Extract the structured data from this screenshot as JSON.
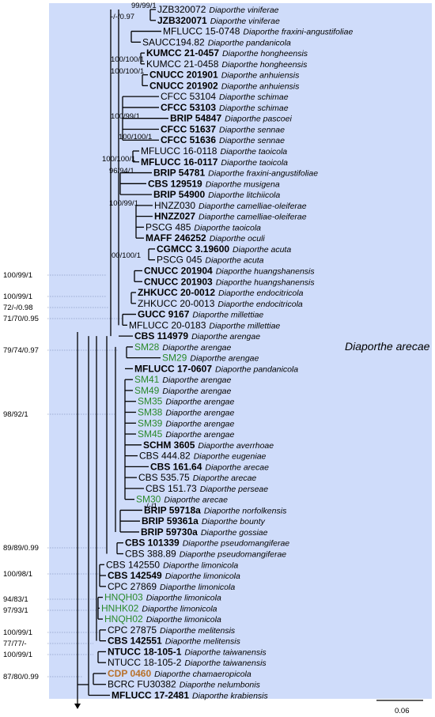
{
  "colors": {
    "clade_background": "#cfdcfa",
    "new_isolate": "#2b8a2b",
    "type_strain": "#000000",
    "highlight_isolate": "#b8712a"
  },
  "clade": {
    "label": "Diaporthe arecae"
  },
  "scale": {
    "label": "0.06"
  },
  "taxa": [
    {
      "code": "JZB320072",
      "species": "Diaporthe viniferae",
      "bold": false,
      "color": "black"
    },
    {
      "code": "JZB320071",
      "species": "Diaporthe viniferae",
      "bold": true,
      "color": "black"
    },
    {
      "code": "MFLUCC 15-0748",
      "species": "Diaporthe fraxini-angustifoliae",
      "bold": false,
      "color": "black"
    },
    {
      "code": "SAUCC194.82",
      "species": "Diaporthe pandanicola",
      "bold": false,
      "color": "black"
    },
    {
      "code": "KUMCC 21-0457",
      "species": "Diaporthe hongheensis",
      "bold": true,
      "color": "black"
    },
    {
      "code": "KUMCC 21-0458",
      "species": "Diaporthe hongheensis",
      "bold": false,
      "color": "black"
    },
    {
      "code": "CNUCC 201901",
      "species": "Diaporthe anhuiensis",
      "bold": true,
      "color": "black"
    },
    {
      "code": "CNUCC 201902",
      "species": "Diaporthe anhuiensis",
      "bold": true,
      "color": "black"
    },
    {
      "code": "CFCC 53104",
      "species": "Diaporthe schimae",
      "bold": false,
      "color": "black"
    },
    {
      "code": "CFCC 53103",
      "species": "Diaporthe schimae",
      "bold": true,
      "color": "black"
    },
    {
      "code": "BRIP 54847",
      "species": "Diaporthe pascoei",
      "bold": true,
      "color": "black"
    },
    {
      "code": "CFCC 51637",
      "species": "Diaporthe sennae",
      "bold": true,
      "color": "black"
    },
    {
      "code": "CFCC 51636",
      "species": "Diaporthe sennae",
      "bold": true,
      "color": "black"
    },
    {
      "code": "MFLUCC 16-0118",
      "species": "Diaporthe taoicola",
      "bold": false,
      "color": "black"
    },
    {
      "code": "MFLUCC 16-0117",
      "species": "Diaporthe taoicola",
      "bold": true,
      "color": "black"
    },
    {
      "code": "BRIP 54781",
      "species": "Diaporthe fraxini-angustifoliae",
      "bold": true,
      "color": "black"
    },
    {
      "code": "CBS 129519",
      "species": "Diaporthe musigena",
      "bold": true,
      "color": "black"
    },
    {
      "code": "BRIP 54900",
      "species": "Diaporthe litchiicola",
      "bold": true,
      "color": "black"
    },
    {
      "code": "HNZZ030",
      "species": "Diaporthe camelliae-oleiferae",
      "bold": false,
      "color": "black"
    },
    {
      "code": "HNZZ027",
      "species": "Diaporthe camelliae-oleiferae",
      "bold": true,
      "color": "black"
    },
    {
      "code": "PSCG 485",
      "species": "Diaporthe taoicola",
      "bold": false,
      "color": "black"
    },
    {
      "code": "MAFF 246252",
      "species": "Diaporthe oculi",
      "bold": true,
      "color": "black"
    },
    {
      "code": "CGMCC 3.19600",
      "species": "Diaporthe acuta",
      "bold": true,
      "color": "black"
    },
    {
      "code": "PSCG 045",
      "species": "Diaporthe acuta",
      "bold": false,
      "color": "black"
    },
    {
      "code": "CNUCC 201904",
      "species": "Diaporthe huangshanensis",
      "bold": true,
      "color": "black"
    },
    {
      "code": "CNUCC 201903",
      "species": "Diaporthe huangshanensis",
      "bold": true,
      "color": "black"
    },
    {
      "code": "ZHKUCC 20-0012",
      "species": "Diaporthe endocitricola",
      "bold": true,
      "color": "black"
    },
    {
      "code": "ZHKUCC 20-0013",
      "species": "Diaporthe endocitricola",
      "bold": false,
      "color": "black"
    },
    {
      "code": "GUCC 9167",
      "species": "Diaporthe millettiae",
      "bold": true,
      "color": "black"
    },
    {
      "code": "MFLUCC 20-0183",
      "species": "Diaporthe millettiae",
      "bold": false,
      "color": "black"
    },
    {
      "code": "CBS 114979",
      "species": "Diaporthe arengae",
      "bold": true,
      "color": "black"
    },
    {
      "code": "SM28",
      "species": "Diaporthe arengae",
      "bold": false,
      "color": "green"
    },
    {
      "code": "SM29",
      "species": "Diaporthe arengae",
      "bold": false,
      "color": "green"
    },
    {
      "code": "MFLUCC 17-0607",
      "species": "Diaporthe pandanicola",
      "bold": true,
      "color": "black"
    },
    {
      "code": "SM41",
      "species": "Diaporthe arengae",
      "bold": false,
      "color": "green"
    },
    {
      "code": "SM49",
      "species": "Diaporthe arengae",
      "bold": false,
      "color": "green"
    },
    {
      "code": "SM35",
      "species": "Diaporthe arengae",
      "bold": false,
      "color": "green"
    },
    {
      "code": "SM38",
      "species": "Diaporthe arengae",
      "bold": false,
      "color": "green"
    },
    {
      "code": "SM39",
      "species": "Diaporthe arengae",
      "bold": false,
      "color": "green"
    },
    {
      "code": "SM45",
      "species": "Diaporthe arengae",
      "bold": false,
      "color": "green"
    },
    {
      "code": "SCHM 3605",
      "species": "Diaporthe averrhoae",
      "bold": true,
      "color": "black"
    },
    {
      "code": "CBS 444.82",
      "species": "Diaporthe eugeniae",
      "bold": false,
      "color": "black"
    },
    {
      "code": "CBS 161.64",
      "species": "Diaporthe arecae",
      "bold": true,
      "color": "black"
    },
    {
      "code": "CBS 535.75",
      "species": "Diaporthe arecae",
      "bold": false,
      "color": "black"
    },
    {
      "code": "CBS 151.73",
      "species": "Diaporthe perseae",
      "bold": false,
      "color": "black"
    },
    {
      "code": "SM30",
      "species": "Diaporthe arecae",
      "bold": false,
      "color": "green"
    },
    {
      "code": "BRIP 59718a",
      "species": "Diaporthe norfolkensis",
      "bold": true,
      "color": "black"
    },
    {
      "code": "BRIP 59361a",
      "species": "Diaporthe bounty",
      "bold": true,
      "color": "black"
    },
    {
      "code": "BRIP 59730a",
      "species": "Diaporthe gossiae",
      "bold": true,
      "color": "black"
    },
    {
      "code": "CBS 101339",
      "species": "Diaporthe pseudomangiferae",
      "bold": true,
      "color": "black"
    },
    {
      "code": "CBS 388.89",
      "species": "Diaporthe pseudomangiferae",
      "bold": false,
      "color": "black"
    },
    {
      "code": "CBS 142550",
      "species": "Diaporthe limonicola",
      "bold": false,
      "color": "black"
    },
    {
      "code": "CBS 142549",
      "species": "Diaporthe limonicola",
      "bold": true,
      "color": "black"
    },
    {
      "code": "CPC 27869",
      "species": "Diaporthe limonicola",
      "bold": false,
      "color": "black"
    },
    {
      "code": "HNQH03",
      "species": "Diaporthe limonicola",
      "bold": false,
      "color": "green"
    },
    {
      "code": "HNHK02",
      "species": "Diaporthe limonicola",
      "bold": false,
      "color": "green"
    },
    {
      "code": "HNQH02",
      "species": "Diaporthe limonicola",
      "bold": false,
      "color": "green"
    },
    {
      "code": "CPC 27875",
      "species": "Diaporthe melitensis",
      "bold": false,
      "color": "black"
    },
    {
      "code": "CBS 142551",
      "species": "Diaporthe melitensis",
      "bold": true,
      "color": "black"
    },
    {
      "code": "NTUCC 18-105-1",
      "species": "Diaporthe taiwanensis",
      "bold": true,
      "color": "black"
    },
    {
      "code": "NTUCC 18-105-2",
      "species": "Diaporthe taiwanensis",
      "bold": false,
      "color": "black"
    },
    {
      "code": "CDP 0460",
      "species": "Diaporthe chamaeropicola",
      "bold": true,
      "color": "orange"
    },
    {
      "code": "BCRC FU30382",
      "species": "Diaporthe nelumbonis",
      "bold": false,
      "color": "black"
    },
    {
      "code": "MFLUCC 17-2481",
      "species": "Diaporthe krabiensis",
      "bold": true,
      "color": "black"
    }
  ],
  "inner_supports": [
    "99/99/1",
    "-/-/0.97",
    "100/100/1",
    "100/100/1",
    "100/99/1",
    "100/100/1",
    "100/100/1",
    "96/94/1",
    "100/99/1",
    "00/100/1",
    "-/-/1"
  ],
  "left_supports": [
    "100/99/1",
    "100/99/1",
    "72/-/0.98",
    "71/70/0.95",
    "79/74/0.97",
    "98/92/1",
    "89/89/0.99",
    "100/98/1",
    "94/83/1",
    "97/93/1",
    "100/99/1",
    "77/77/-",
    "100/99/1",
    "87/80/0.99"
  ]
}
